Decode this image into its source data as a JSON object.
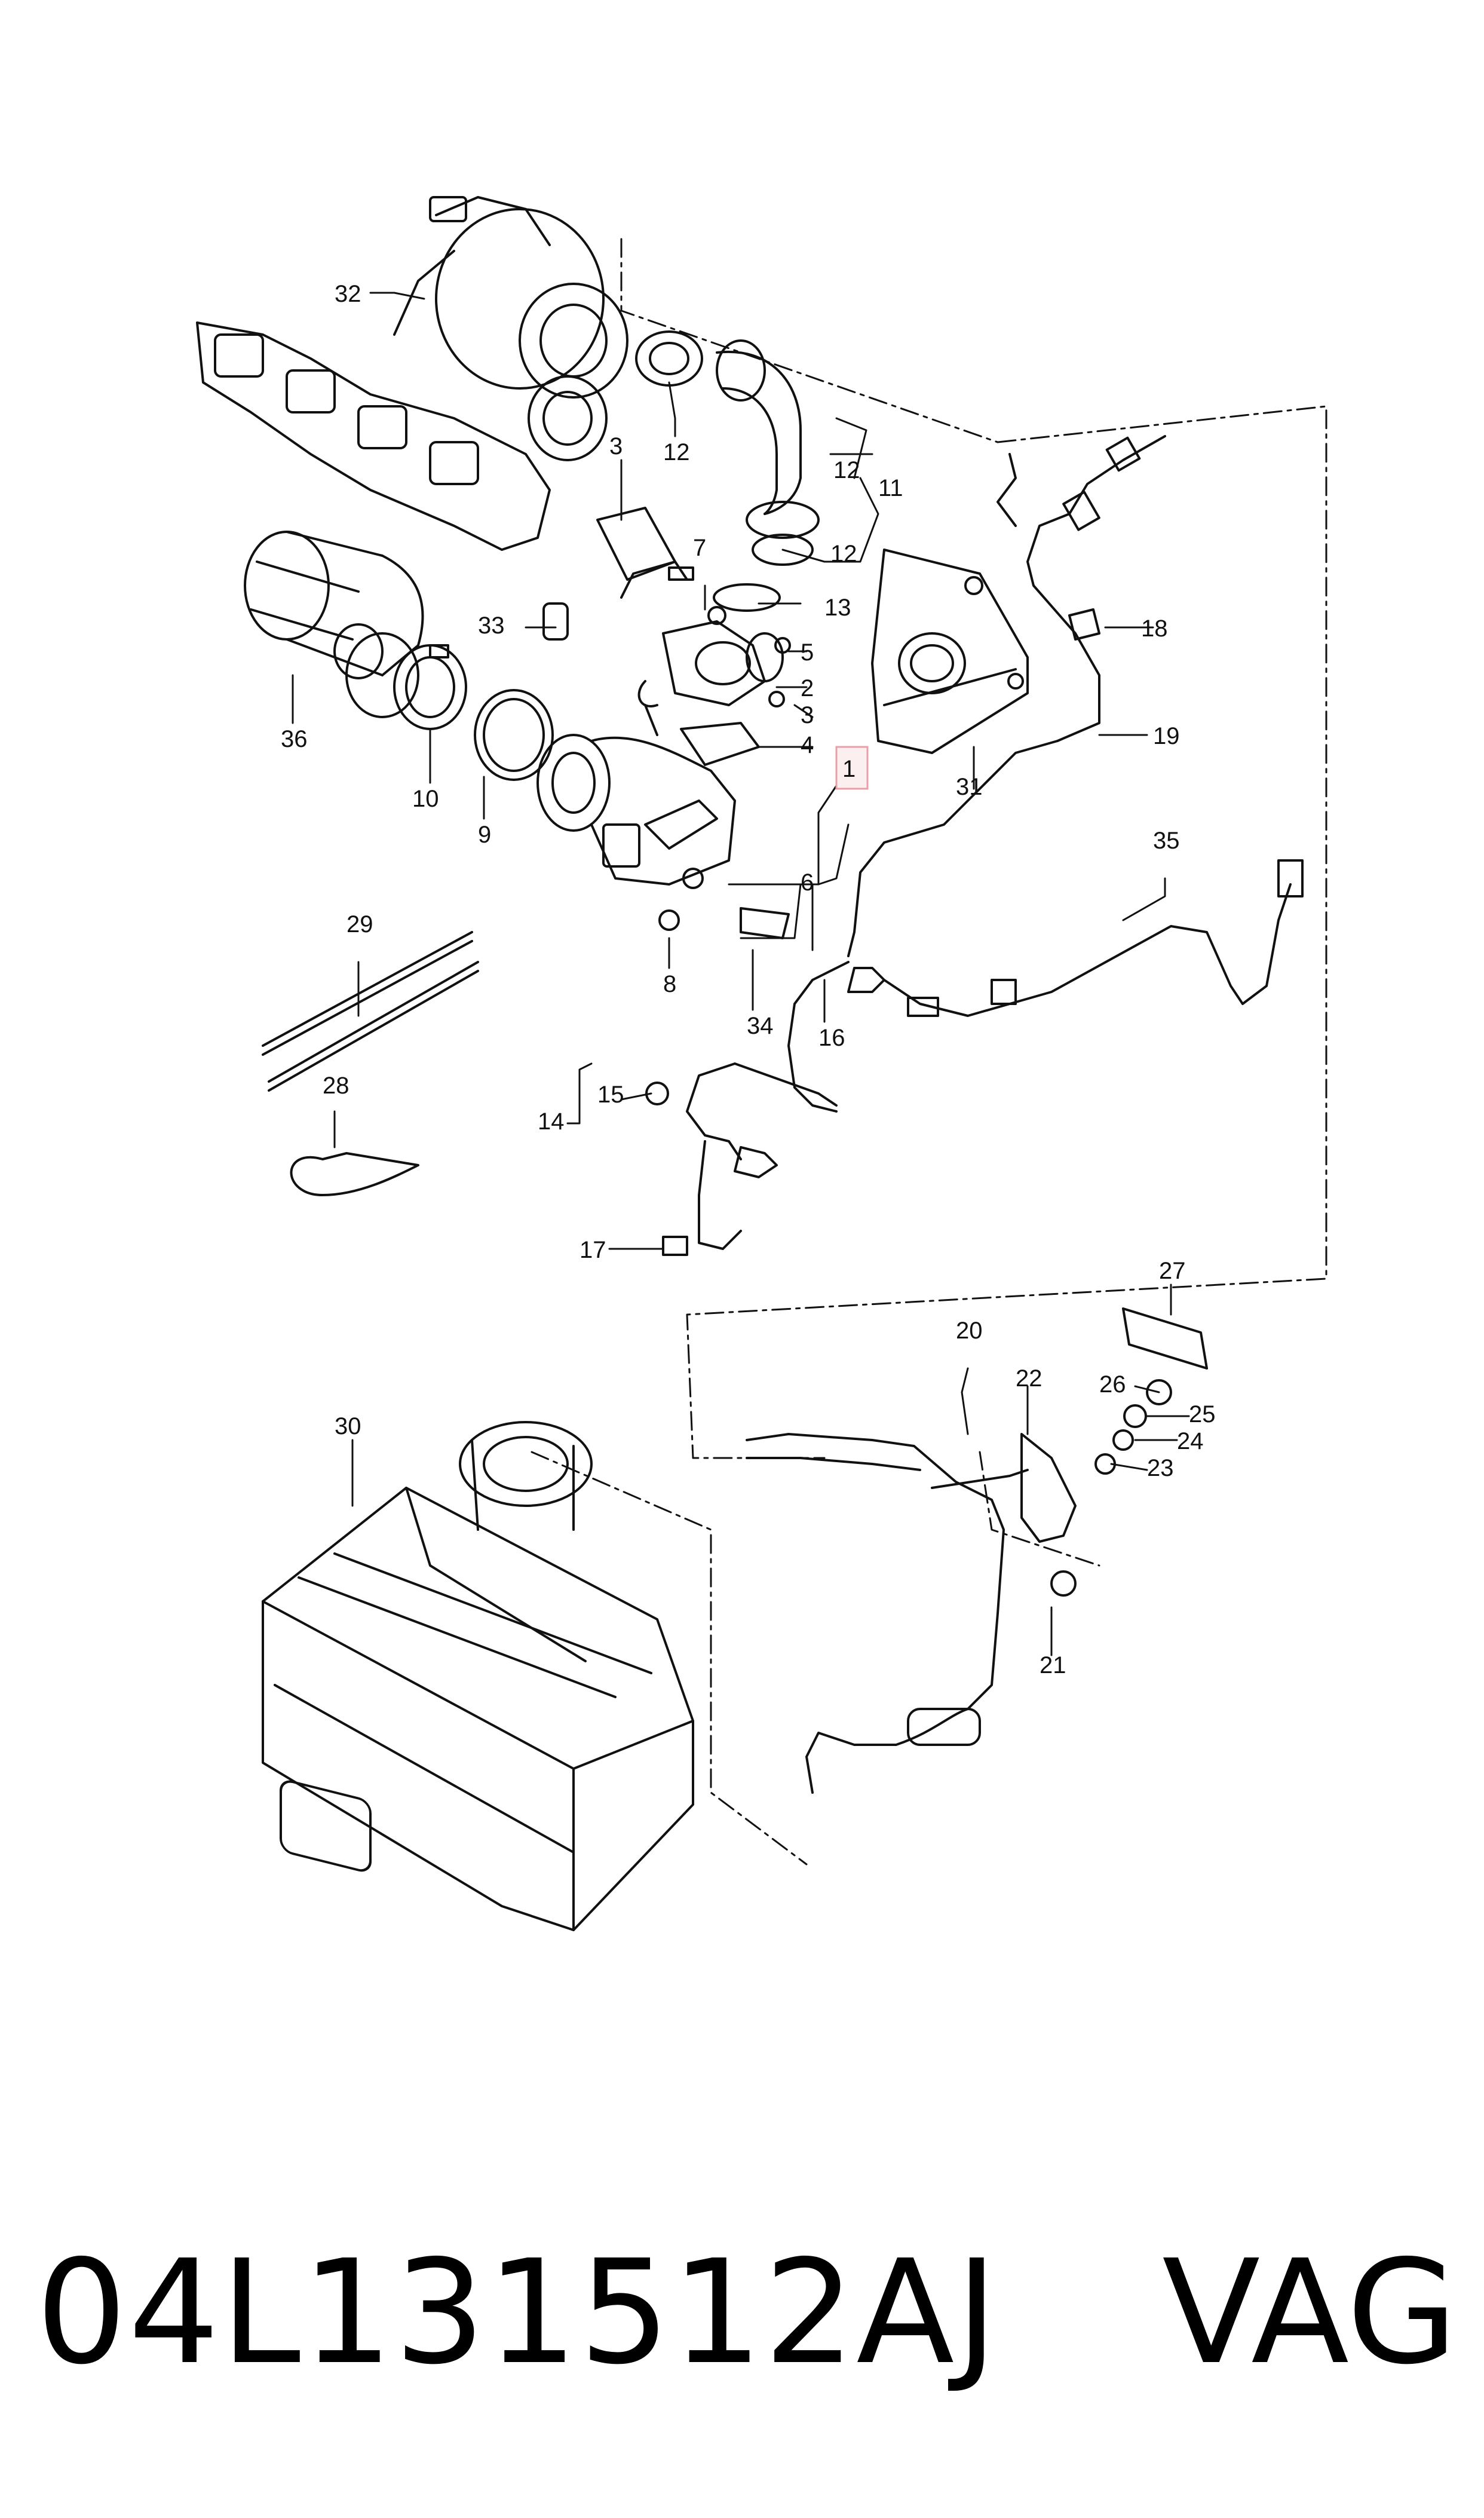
{
  "diagram": {
    "callouts": [
      "1",
      "2",
      "3",
      "3",
      "4",
      "4",
      "5",
      "6",
      "6",
      "7",
      "8",
      "9",
      "10",
      "11",
      "12",
      "12",
      "12",
      "12",
      "13",
      "14",
      "15",
      "16",
      "17",
      "18",
      "19",
      "20",
      "21",
      "22",
      "23",
      "24",
      "25",
      "26",
      "27",
      "28",
      "29",
      "30",
      "31",
      "32",
      "33",
      "34",
      "35",
      "36"
    ],
    "highlighted_callout": "1",
    "highlight_color": "#e8a0a8",
    "line_color": "#111111"
  },
  "footer": {
    "part_number": "04L131512AJ",
    "brand": "VAG"
  }
}
